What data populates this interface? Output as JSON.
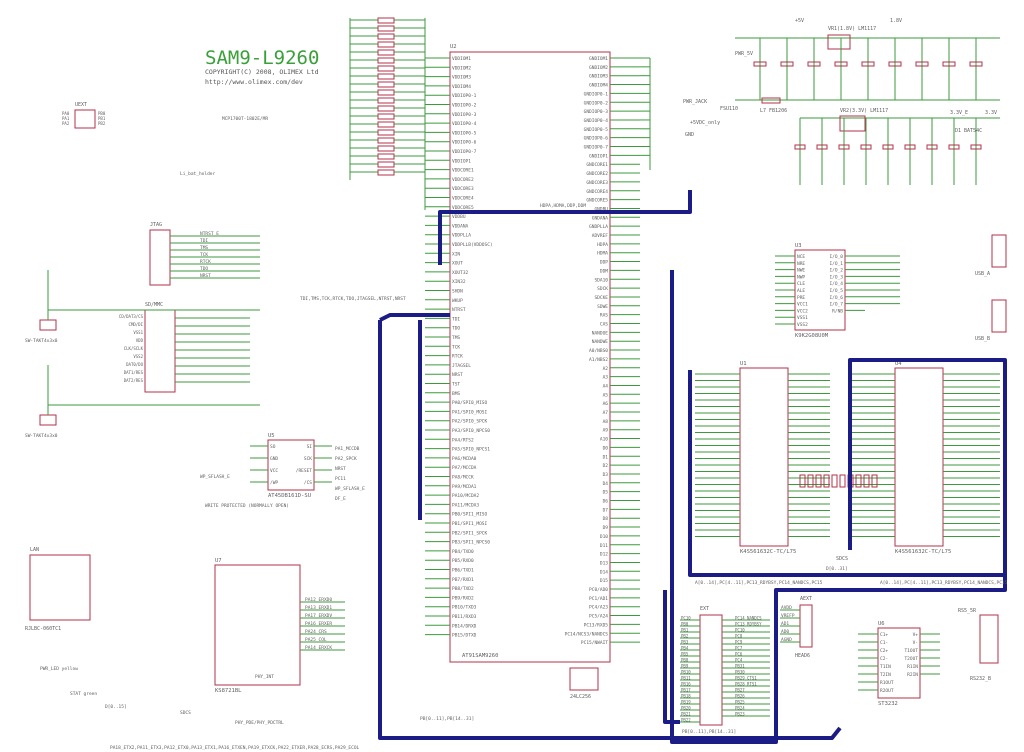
{
  "header": {
    "title": "SAM9-L9260",
    "copyright": "COPYRIGHT(C) 2008, OLIMEX Ltd",
    "url": "http://www.olimex.com/dev"
  },
  "colors": {
    "wire": "#3c9a3c",
    "part": "#b03048",
    "bus": "#1c1c86",
    "text": "#606060",
    "title": "#3aa03a"
  },
  "components": {
    "u2": {
      "ref": "U2",
      "value": "AT91SAM9260",
      "left_pins": [
        "VDDIOM1",
        "VDDIOM2",
        "VDDIOM3",
        "VDDIOM4",
        "VDDIOP0-1",
        "VDDIOP0-2",
        "VDDIOP0-3",
        "VDDIOP0-4",
        "VDDIOP0-5",
        "VDDIOP0-6",
        "VDDIOP0-7",
        "VDDIOP1",
        "VDDCORE1",
        "VDDCORE2",
        "VDDCORE3",
        "VDDCORE4",
        "VDDCORE5",
        "VDDBU",
        "VDDANA",
        "VDDPLLA",
        "VDDPLLB(VDDOSC)",
        "XIN",
        "XOUT",
        "XOUT32",
        "XIN32",
        "SHDN",
        "WKUP",
        "NTRST",
        "TDI",
        "TDO",
        "TMS",
        "TCK",
        "RTCK",
        "JTAGSEL",
        "NRST",
        "TST",
        "BMS",
        "PA0/SPI0_MISO",
        "PA1/SPI0_MOSI",
        "PA2/SPI0_SPCK",
        "PA3/SPI0_NPCS0",
        "PA4/RTS2",
        "PA5/SPI0_NPCS1",
        "PA6/MCDA0",
        "PA7/MCCDA",
        "PA8/MCCK",
        "PA9/MCDA1",
        "PA10/MCDA2",
        "PA11/MCDA3",
        "PB0/SPI1_MISO",
        "PB1/SPI1_MOSI",
        "PB2/SPI1_SPCK",
        "PB3/SPI1_NPCS0",
        "PB4/TXD0",
        "PB5/RXD0",
        "PB6/TXD1",
        "PB7/RXD1",
        "PB8/TXD2",
        "PB9/RXD2",
        "PB10/TXD3",
        "PB11/RXD3",
        "PB14/DRXD",
        "PB15/DTXD"
      ],
      "right_pins": [
        "GNDIOM1",
        "GNDIOM2",
        "GNDIOM3",
        "GNDIOM4",
        "GNDIOP0-1",
        "GNDIOP0-2",
        "GNDIOP0-3",
        "GNDIOP0-4",
        "GNDIOP0-5",
        "GNDIOP0-6",
        "GNDIOP0-7",
        "GNDIOP1",
        "GNDCORE1",
        "GNDCORE2",
        "GNDCORE3",
        "GNDCORE4",
        "GNDCORE5",
        "GNDBU",
        "GNDANA",
        "GNDPLLA",
        "ADVREF",
        "HDPA",
        "HDMA",
        "DDP",
        "DDM",
        "SDA10",
        "SDCK",
        "SDCKE",
        "SDWE",
        "RAS",
        "CAS",
        "NANDOE",
        "NANDWE",
        "A0/NBS0",
        "A1/NBS2",
        "A2",
        "A3",
        "A4",
        "A5",
        "A6",
        "A7",
        "A8",
        "A9",
        "A10",
        "D0",
        "D1",
        "D2",
        "D3",
        "D4",
        "D5",
        "D6",
        "D7",
        "D8",
        "D9",
        "D10",
        "D11",
        "D12",
        "D13",
        "D14",
        "D15",
        "PC0/AD0",
        "PC1/AD1",
        "PC4/A23",
        "PC5/A24",
        "PC13/RXD5",
        "PC14/NCS3/NANDCS",
        "PC15/NWAIT"
      ]
    },
    "u1": {
      "ref": "U1",
      "value": "K4S561632C-TC/L75",
      "label_sdcs": "SDCS"
    },
    "u4": {
      "ref": "U4",
      "value": "K4S561632C-TC/L75"
    },
    "u3": {
      "ref": "U3",
      "value": "K9K2G08U0M",
      "pins": [
        "NCE",
        "NRE",
        "NWE",
        "NWP",
        "CLE",
        "ALE",
        "PRE",
        "VCC1",
        "VCC2",
        "VSS1",
        "VSS2",
        "I/O_0",
        "I/O_1",
        "I/O_2",
        "I/O_3",
        "I/O_4",
        "I/O_5",
        "I/O_6",
        "I/O_7",
        "R/NB"
      ]
    },
    "u5": {
      "ref": "U5",
      "value": "AT45DB161D-SU",
      "note": "WRITE PROTECTED (NORMALLY OPEN)",
      "pins": [
        "SO",
        "GND",
        "VCC",
        "/WP",
        "SI",
        "SCK",
        "/RESET",
        "/CS"
      ],
      "nets": [
        "PA1_MCCDB",
        "PA2_SPCK",
        "NRST",
        "PC11",
        "WP_SFLASH_E",
        "DF_E"
      ]
    },
    "u6": {
      "ref": "U6",
      "value": "ST3232",
      "pins": [
        "C1+",
        "C1-",
        "C2+",
        "C2-",
        "T1IN",
        "T2IN",
        "R1OUT",
        "R2OUT",
        "V+",
        "V-",
        "T1OUT",
        "T2OUT",
        "R1IN",
        "R2IN"
      ],
      "connector": "RS232_B",
      "resistor": "RS5_5R"
    },
    "u7": {
      "ref": "U7",
      "value": "KS8721BL",
      "nets": [
        "PA12_ERXD0",
        "PA13_ERXD1",
        "PA17_ERXDV",
        "PA16_ERXER",
        "PA24_CRS",
        "PA25_COL",
        "PA14_ERXCK"
      ]
    },
    "ext": {
      "ref": "EXT",
      "nets_left": [
        "PC10",
        "PB0",
        "PB1",
        "PB2",
        "PB3",
        "PB4",
        "PB5",
        "PB8",
        "PB9",
        "PB10",
        "PB11",
        "PB16",
        "PB17",
        "PB18",
        "PB19",
        "PB20",
        "PB21",
        "PB22"
      ],
      "nets_right": [
        "PC14_NANDCS",
        "PC13_RDYBSY",
        "PC10",
        "PC8",
        "PC9",
        "PC7",
        "PC6",
        "PC4",
        "PB31",
        "PB30",
        "PB29_CTS1",
        "PB28_RTS1",
        "PB27",
        "PB26",
        "PB25",
        "PB24",
        "PB23"
      ]
    },
    "aext": {
      "ref": "AEXT",
      "nets": [
        "AVDD",
        "VREFP",
        "AD1",
        "AD0",
        "AGND"
      ],
      "value": "HEAD6"
    },
    "power": {
      "vr1": "VR1(1.8V) LM1117",
      "vr2": "VR2(3.3V) LM1117",
      "pwr_jack": "PWR_JACK",
      "fuse": "FSU110",
      "inductor": "L7 FB1206",
      "diode": "D1 BAT54C",
      "led": "PWR_5V",
      "supply_labels": [
        "+5V",
        "1.8V",
        "3.3V",
        "3.3V_E",
        "+5VDC_only",
        "GND"
      ]
    },
    "jtag": {
      "ref": "JTAG",
      "nets": [
        "NTRST_E",
        "TDI",
        "TMS",
        "TCK",
        "RTCK",
        "TDO",
        "NRST"
      ]
    },
    "uext": {
      "ref": "UEXT",
      "nets": [
        "PA0",
        "PA1",
        "PA2",
        "PB0",
        "PB1",
        "PB2"
      ]
    },
    "sd": {
      "ref": "SD/MMC",
      "pins": [
        "CD/DAT3/CS",
        "CMD/DI",
        "VSS1",
        "VDD",
        "CLK/SCLK",
        "VSS2",
        "DAT0/DO",
        "DAT1/RES",
        "DAT2/RES"
      ]
    },
    "buttons": [
      "SW-TAKT4x3x0",
      "SW-TAKT4x3x0"
    ],
    "usb": [
      "USB_A",
      "USB_B"
    ],
    "lan": {
      "ref": "LAN",
      "value": "RJLBC-060TC1"
    }
  },
  "bus_labels": [
    "HDPA,HDMA,DDP,DDM",
    "TDI,TMS,TCK,RTCK,TDO,JTAGSEL,NTRST,NRST",
    "PA18_ETX2,PA11_ETX3,PA12_ETX0,PA13_ETX1,PA16_ETXEN,PA19_ETXCK,PA22_ETXER,PA28_ECRS,PA29_ECOL",
    "A[0..14],PC[4..11],PC13_RDYBSY,PC14_NANDCS,PC15",
    "A[0..14],PC[4..11],PC13_RDYBSY,PC14_NANDCS,PC15",
    "PB[0..11],PB[14..31]",
    "PB[0..11],PB[14..31]",
    "D[0..31]",
    "D[0..15]",
    "SDCS",
    "PHY_PDE/PHY_PDCTRL",
    "PHY_INT",
    "WP_SFLASH_E"
  ],
  "misc": {
    "eeprom": "24LC256",
    "pwr_led": "PWR_LED yellow",
    "stat_led": "STAT green",
    "battery": "Li_bat_holder",
    "mcp": "MCP1700T-1802E/MR"
  }
}
